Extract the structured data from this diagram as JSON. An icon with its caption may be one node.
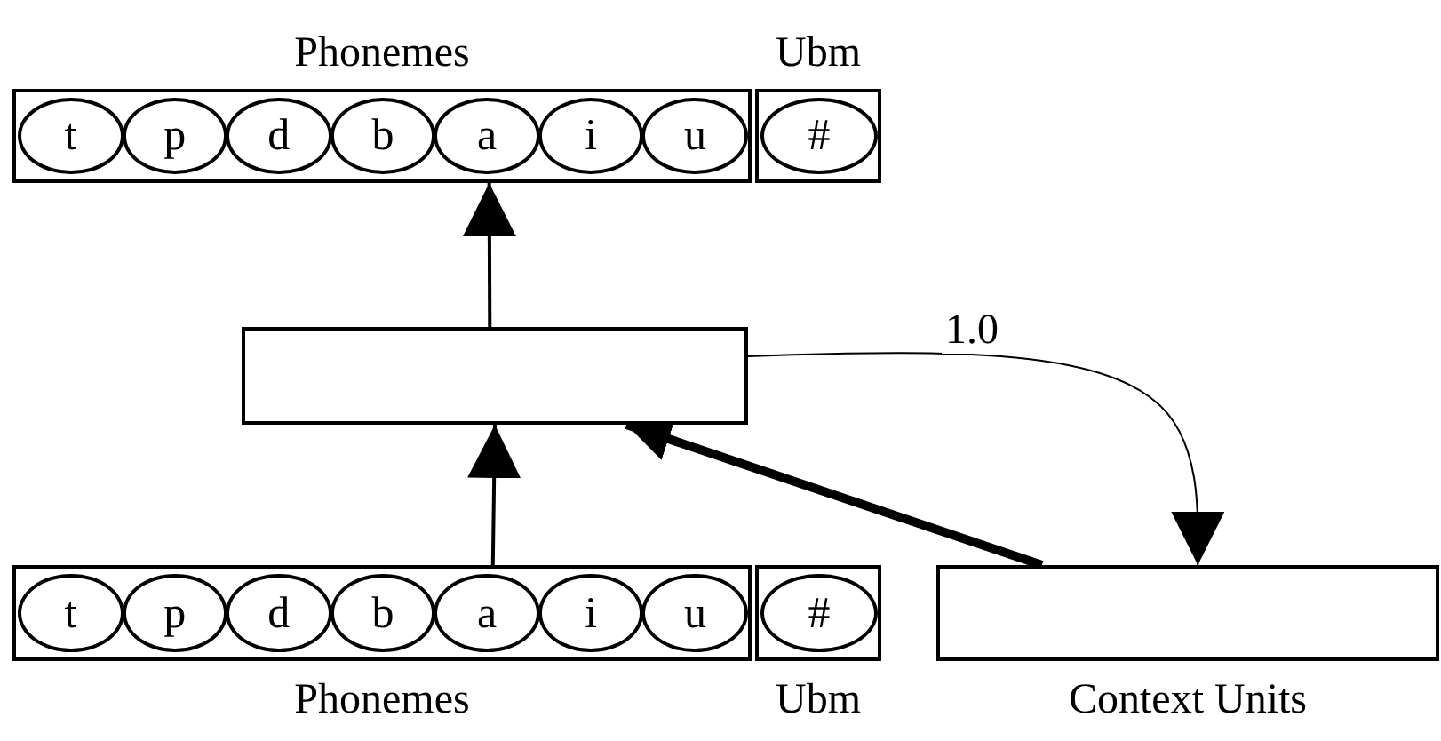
{
  "diagram": {
    "nodes": [
      {
        "text": [
          "Phonemes"
        ]
      },
      {
        "text": [
          "t"
        ],
        "in": 0
      },
      {
        "text": [
          "p"
        ],
        "in": 0
      },
      {
        "text": [
          "d"
        ],
        "in": 0
      },
      {
        "text": [
          "b"
        ],
        "in": 0
      },
      {
        "text": [
          "a"
        ],
        "in": 0
      },
      {
        "text": [
          "i"
        ],
        "in": 0
      },
      {
        "text": [
          "u"
        ],
        "in": 0
      },
      {
        "text": [
          "Ubm"
        ]
      },
      {
        "text": [
          "#"
        ],
        "in": 8
      },
      {
        "text": [],
        "shape": "box"
      },
      {
        "text": [
          "Phonemes"
        ]
      },
      {
        "text": [
          "t"
        ],
        "in": 11
      },
      {
        "text": [
          "p"
        ],
        "in": 11
      },
      {
        "text": [
          "d"
        ],
        "in": 11
      },
      {
        "text": [
          "b"
        ],
        "in": 11
      },
      {
        "text": [
          "a"
        ],
        "in": 11
      },
      {
        "text": [
          "i"
        ],
        "in": 11
      },
      {
        "text": [
          "u"
        ],
        "in": 11
      },
      {
        "text": [
          "Ubm"
        ]
      },
      {
        "text": [
          "#"
        ],
        "in": 19
      },
      {
        "text": [
          "Context Units"
        ]
      }
    ],
    "edges": [
      {
        "from": 10,
        "to": 0,
        "arrow": "to"
      },
      {
        "from": 11,
        "to": 10,
        "arrow": "to"
      },
      {
        "from": 21,
        "to": 10,
        "arrow": "to",
        "style": "thick"
      },
      {
        "from": 10,
        "to": 21,
        "arrow": "to",
        "label": "1.0"
      }
    ]
  }
}
